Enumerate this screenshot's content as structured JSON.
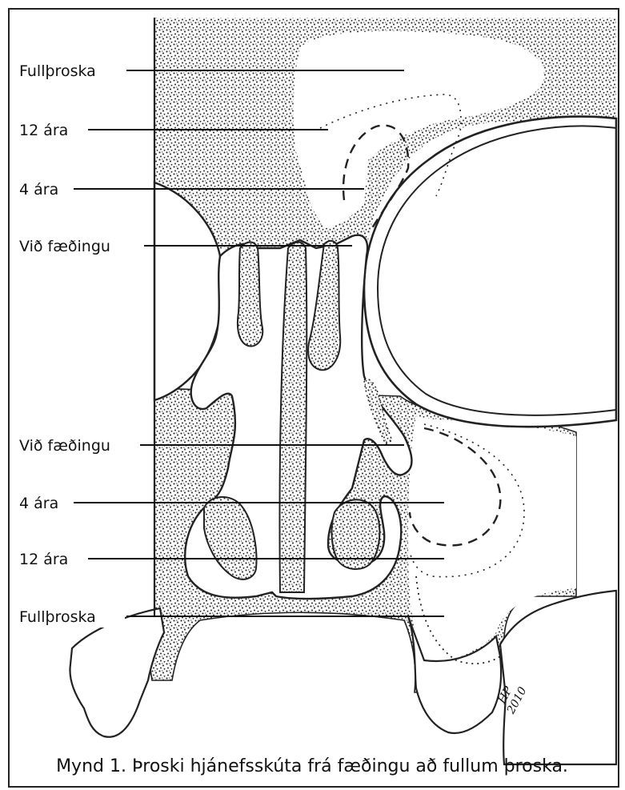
{
  "labels": {
    "upper": [
      "Fullþroska",
      "12 ára",
      "4 ára",
      "Við fæðingu"
    ],
    "lower": [
      "Við fæðingu",
      "4 ára",
      "12 ára",
      "Fullþroska"
    ]
  },
  "signature": "HP 2010",
  "caption": "Mynd 1. Þroski hjánefsskúta frá fæðingu að fullum þroska.",
  "colors": {
    "ink": "#111111",
    "background": "#ffffff"
  }
}
